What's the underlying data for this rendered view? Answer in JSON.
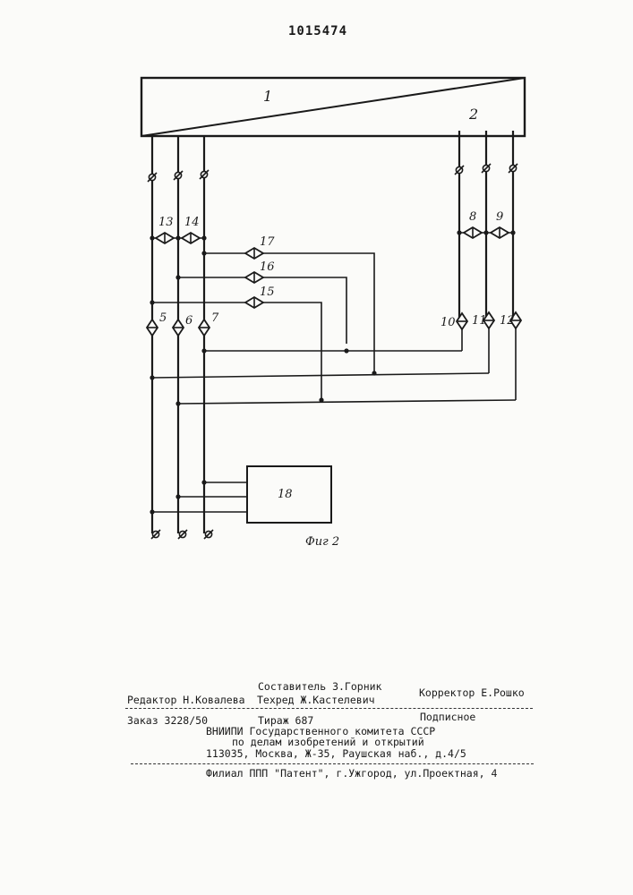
{
  "header": {
    "patent_number": "1015474"
  },
  "diagram": {
    "labels": {
      "l1": "1",
      "l2": "2",
      "l5": "5",
      "l6": "6",
      "l7": "7",
      "l8": "8",
      "l9": "9",
      "l10": "10",
      "l11": "11",
      "l12": "12",
      "l13": "13",
      "l14": "14",
      "l15": "15",
      "l16": "16",
      "l17": "17",
      "l18": "18"
    },
    "caption": "Фиг 2"
  },
  "footer": {
    "compiler": "Составитель З.Горник",
    "editor": "Редактор Н.Ковалева",
    "techred": "Техред Ж.Кастелевич",
    "corrector": "Корректор Е.Рошко",
    "order": "Заказ 3228/50",
    "circulation": "Тираж 687",
    "subscription": "Подписное",
    "org_line1": "ВНИИПИ Государственного комитета СССР",
    "org_line2": "по делам изобретений и открытий",
    "org_address": "113035, Москва, Ж-35, Раушская наб., д.4/5",
    "branch": "Филиал ППП \"Патент\", г.Ужгород, ул.Проектная, 4"
  }
}
